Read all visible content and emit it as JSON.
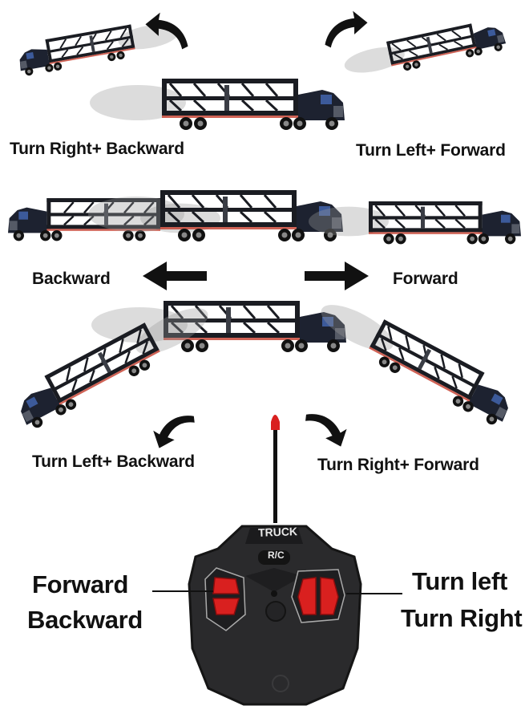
{
  "labels": {
    "top_left": "Turn Right+ Backward",
    "top_right": "Turn Left+ Forward",
    "mid_left": "Backward",
    "mid_right": "Forward",
    "bot_left": "Turn Left+ Backward",
    "bot_right": "Turn Right+ Forward"
  },
  "remote": {
    "brand": "TRUCK",
    "model": "R/C",
    "left_label_1": "Forward",
    "left_label_2": "Backward",
    "right_label_1": "Turn left",
    "right_label_2": "Turn Right"
  },
  "colors": {
    "truck": "#1a1c22",
    "button": "#d9201f",
    "remote_body": "#2a2a2c",
    "arrow": "#111111"
  },
  "icons": [
    "curved-arrow-icon",
    "arrow-left-icon",
    "arrow-right-icon"
  ]
}
